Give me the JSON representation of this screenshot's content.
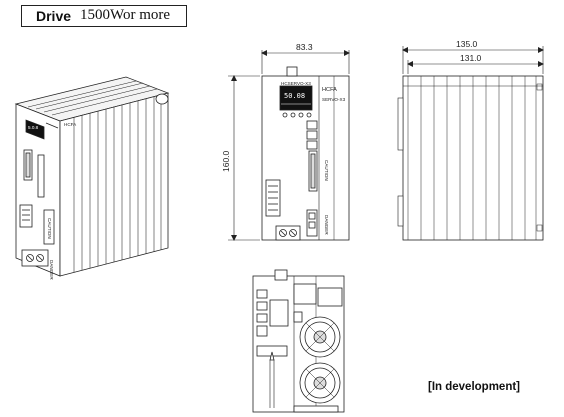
{
  "header": {
    "drive_label": "Drive",
    "power_label": "1500Wor more"
  },
  "dimensions": {
    "front_width": "83.3",
    "height": "160.0",
    "side_depth_outer": "135.0",
    "side_depth_inner": "131.0"
  },
  "panel": {
    "brand": "HCFA",
    "model": "SERVO-X3",
    "display_front": "50.08",
    "display_3d": "5.0.8",
    "caution": "CAUTION",
    "danger": "DANGER",
    "small_label": "HCSERVO-X3"
  },
  "footer": {
    "status_note": "[In development]"
  }
}
